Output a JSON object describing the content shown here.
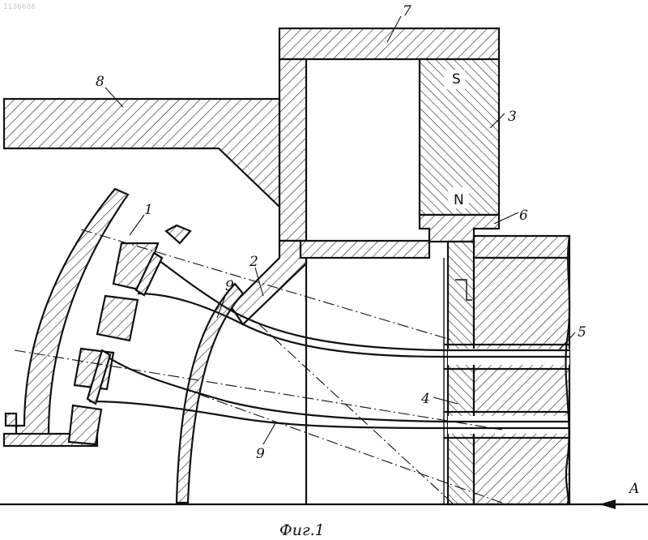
{
  "figure": {
    "caption": "Фиг.1",
    "watermark": "1136686"
  },
  "labels": {
    "part_1": "1",
    "part_2": "2",
    "part_3": "3",
    "part_4": "4",
    "part_5": "5",
    "part_6": "6",
    "part_7": "7",
    "part_8": "8",
    "part_9_upper": "9",
    "part_9_lower": "9",
    "pole_s": "S",
    "pole_n": "N",
    "view_a": "A"
  }
}
